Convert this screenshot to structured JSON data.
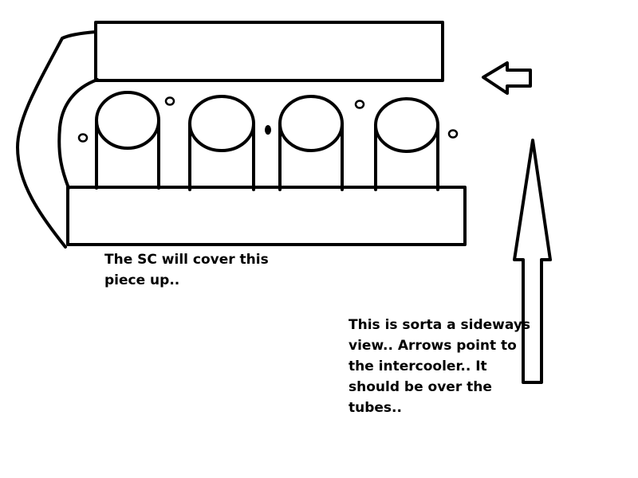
{
  "notes": {
    "supercharger_note": {
      "lines": [
        "The SC will cover this",
        "piece up.."
      ]
    },
    "view_note": {
      "lines": [
        "This is sorta a sideways",
        "view..  Arrows point to",
        "the intercooler..  It",
        "should be over the",
        "tubes.."
      ]
    }
  },
  "colors": {
    "ink": "#000000",
    "background": "#ffffff"
  }
}
